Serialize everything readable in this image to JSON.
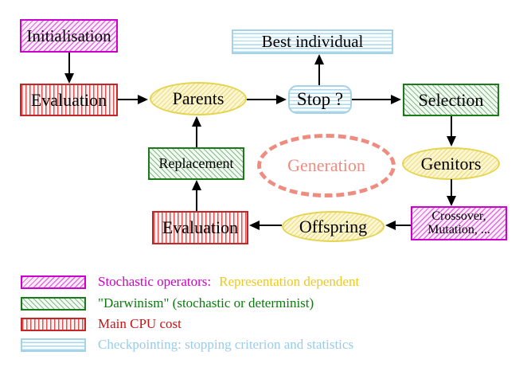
{
  "nodes": {
    "initialisation": "Initialisation",
    "evaluation_top": "Evaluation",
    "parents": "Parents",
    "best_individual": "Best individual",
    "stop": "Stop ?",
    "selection": "Selection",
    "genitors": "Genitors",
    "crossover_line1": "Crossover,",
    "crossover_line2": "Mutation, ...",
    "offspring": "Offspring",
    "evaluation_bottom": "Evaluation",
    "replacement": "Replacement",
    "generation": "Generation"
  },
  "legend": {
    "items": [
      {
        "pattern": "magenta-diagonal-hatch",
        "label": "Stochastic operators:",
        "label_suffix": "Representation dependent"
      },
      {
        "pattern": "green-diagonal-hatch",
        "label": "\"Darwinism\" (stochastic or determinist)"
      },
      {
        "pattern": "red-vertical-stripes",
        "label": "Main CPU cost"
      },
      {
        "pattern": "cyan-horizontal-stripes",
        "label": "Checkpointing: stopping criterion and statistics"
      }
    ]
  },
  "colors": {
    "magenta": "#cc00cc",
    "green": "#1a7a1a",
    "red": "#c22626",
    "cyan_border": "#a5d2e4",
    "yellow_border": "#e5d44e",
    "salmon": "#ef8c80",
    "legend_yellow_text": "#f0c81c",
    "legend_cyan_text": "#9acbe9",
    "legend_red_text": "#cc1111",
    "legend_green_text": "#0e7a0e"
  }
}
